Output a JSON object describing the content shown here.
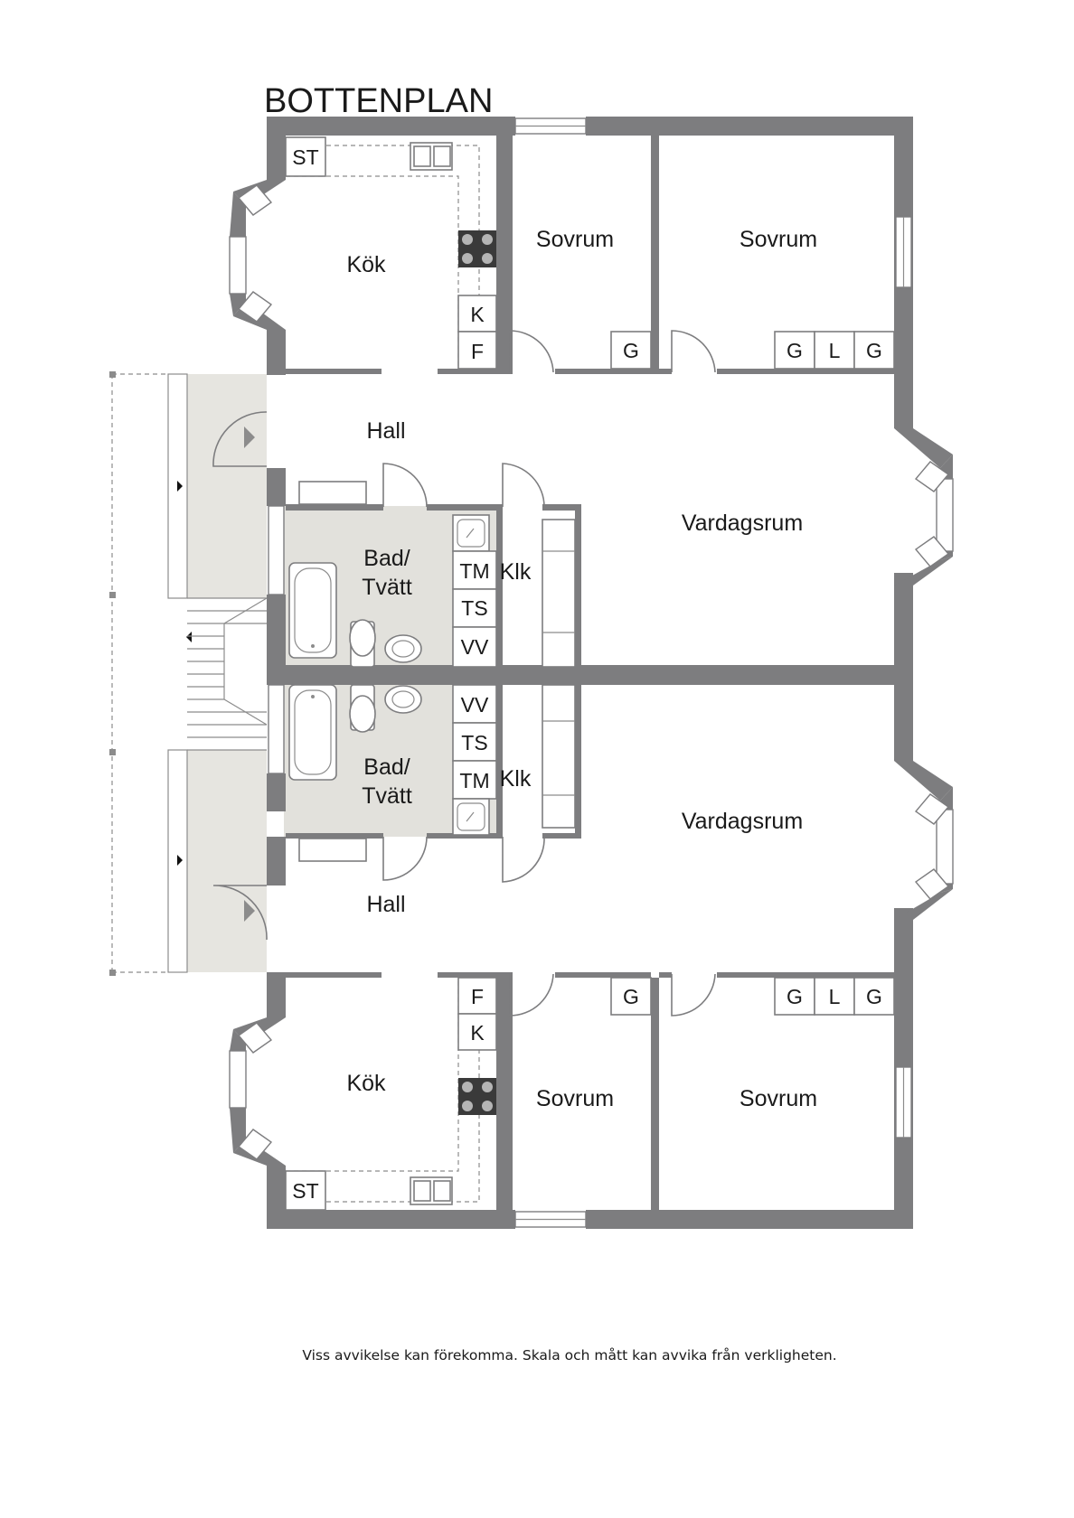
{
  "title": "BOTTENPLAN",
  "rooms": {
    "kok": "Kök",
    "sovrum": "Sovrum",
    "hall": "Hall",
    "vardagsrum": "Vardagsrum",
    "bad_line1": "Bad/",
    "bad_line2": "Tvätt",
    "klk": "Klk"
  },
  "fixtures": {
    "st": "ST",
    "k": "K",
    "f": "F",
    "g": "G",
    "l": "L",
    "tm": "TM",
    "ts": "TS",
    "vv": "VV"
  },
  "disclaimer": "Viss avvikelse kan förekomma. Skala och mått kan avvika från verkligheten.",
  "colors": {
    "wall": "#7d7d7f",
    "bath_floor": "#e2e1dc",
    "porch_floor": "#e6e5e0"
  }
}
